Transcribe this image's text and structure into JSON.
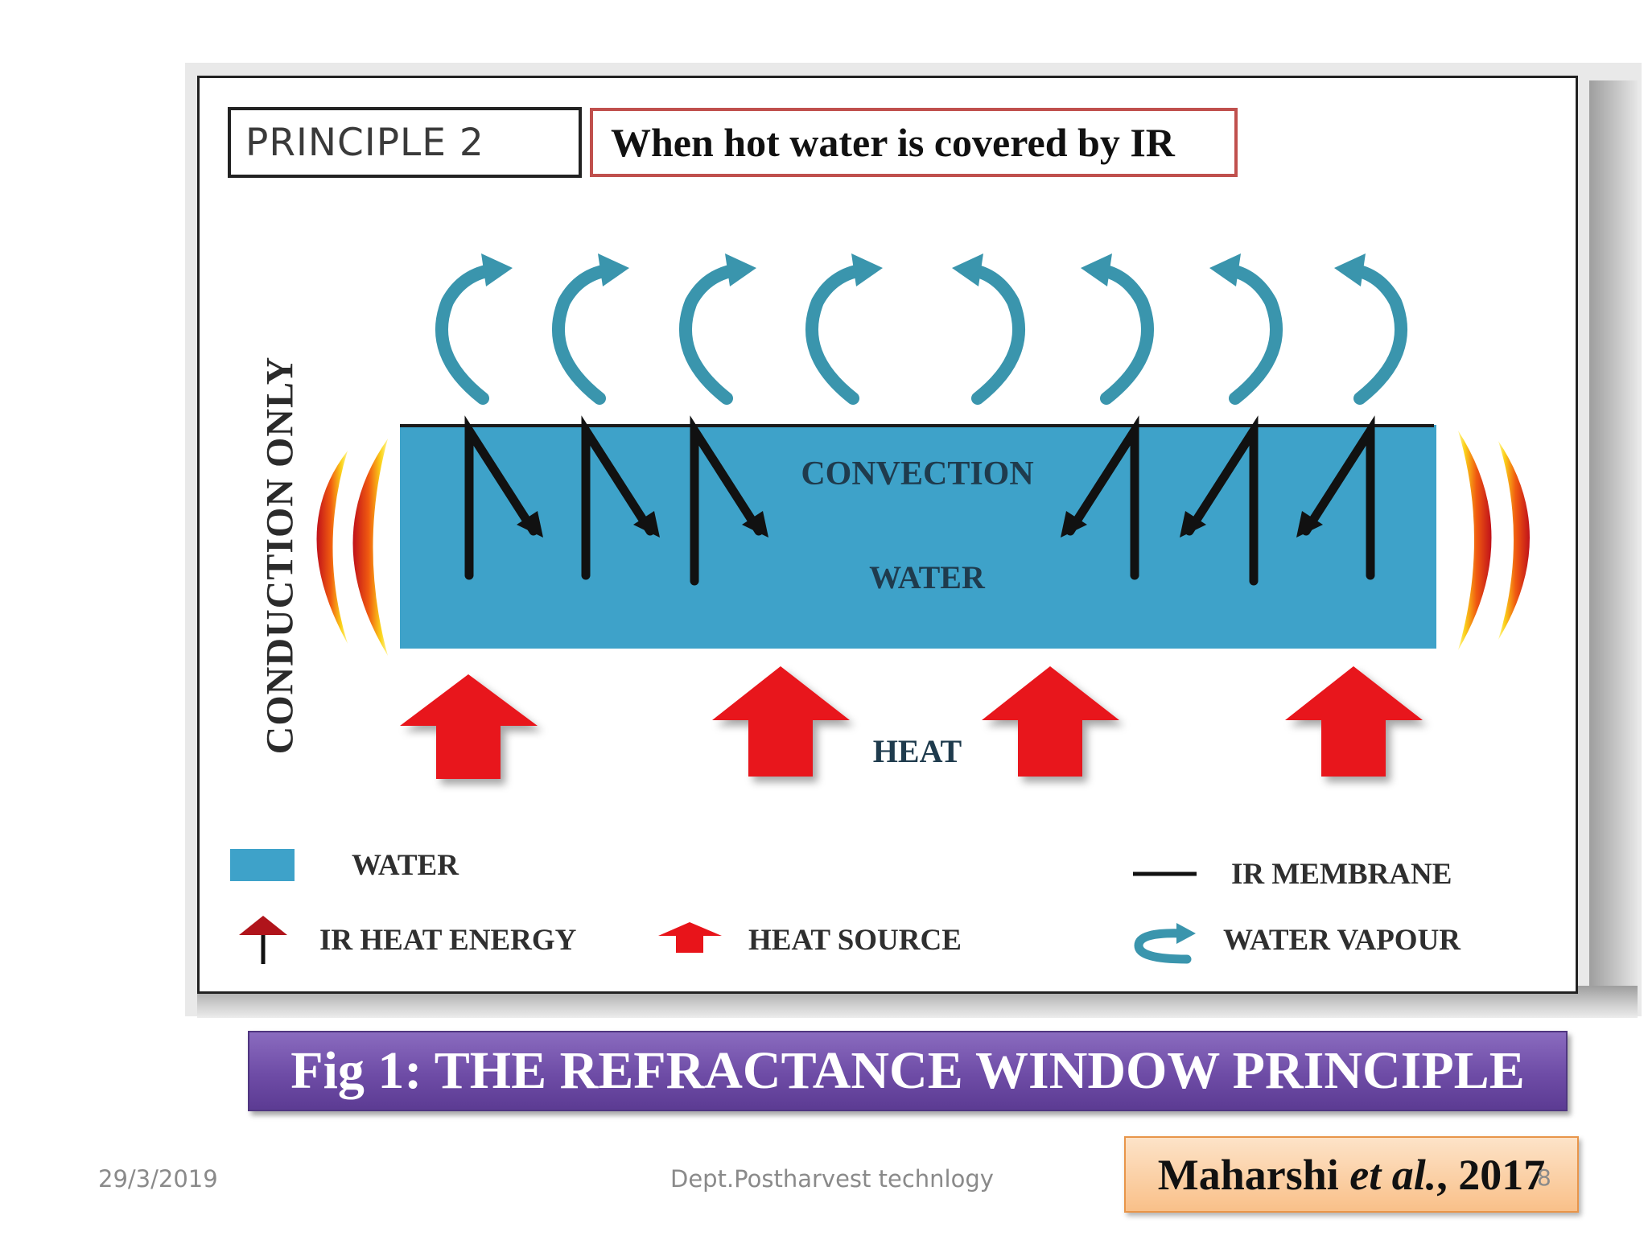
{
  "figure": {
    "principle_label": "PRINCIPLE 2",
    "subtitle": "When hot water is covered by IR",
    "vertical_label": "CONDUCTION ONLY",
    "convection_label": "CONVECTION",
    "water_label": "WATER",
    "heat_label": "HEAT",
    "legend": {
      "water": "WATER",
      "ir_membrane": "IR MEMBRANE",
      "ir_heat_energy": "IR HEAT ENERGY",
      "heat_source": "HEAT SOURCE",
      "water_vapour": "WATER VAPOUR"
    }
  },
  "caption": "Fig 1: THE REFRACTANCE WINDOW PRINCIPLE",
  "footer": {
    "date": "29/3/2019",
    "department": "Dept.Postharvest technlogy",
    "page_number": "8"
  },
  "citation": {
    "author": "Maharshi ",
    "etal": "et al.",
    "year": ", 2017"
  },
  "colors": {
    "water": "#3ea2c9",
    "heat_arrow": "#e8141a",
    "vapour_arrow": "#3a95ad",
    "caption_bg": "#6e4ca6",
    "citation_bg": "#f9c089",
    "subtitle_border": "#c0504d"
  }
}
